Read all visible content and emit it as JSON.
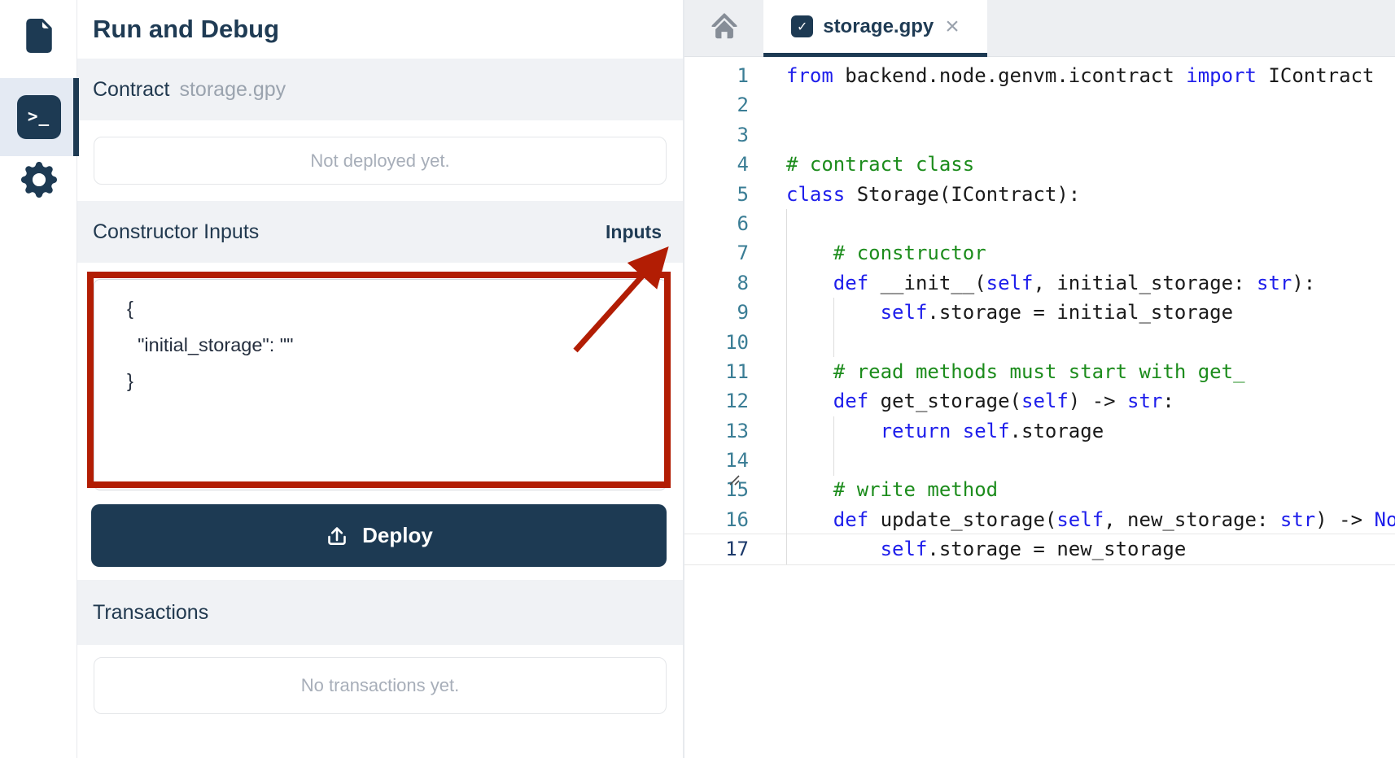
{
  "sidebar": {
    "items": [
      {
        "id": "files",
        "icon": "file-icon"
      },
      {
        "id": "terminal",
        "icon": "terminal-icon",
        "active": true,
        "glyph": ">_"
      },
      {
        "id": "settings",
        "icon": "gear-icon"
      }
    ]
  },
  "panel": {
    "title": "Run and Debug",
    "contract": {
      "label": "Contract",
      "filename": "storage.gpy"
    },
    "deploy_status_placeholder": "Not deployed yet.",
    "constructor": {
      "label": "Constructor Inputs",
      "badge": "Inputs",
      "json_value": "{\n  \"initial_storage\": \"\"\n}"
    },
    "deploy_button": {
      "label": "Deploy",
      "icon": "upload-icon"
    },
    "transactions": {
      "label": "Transactions",
      "placeholder": "No transactions yet."
    }
  },
  "editor": {
    "tab": {
      "label": "storage.gpy",
      "close_glyph": "×",
      "icon": "file-check-icon"
    },
    "home_icon": "home-icon",
    "lines": [
      {
        "n": 1,
        "tokens": [
          [
            "k",
            "from"
          ],
          [
            "t",
            " backend.node.genvm.icontract "
          ],
          [
            "k",
            "import"
          ],
          [
            "t",
            " IContract"
          ]
        ]
      },
      {
        "n": 2,
        "tokens": []
      },
      {
        "n": 3,
        "tokens": []
      },
      {
        "n": 4,
        "tokens": [
          [
            "c",
            "# contract class"
          ]
        ]
      },
      {
        "n": 5,
        "tokens": [
          [
            "k",
            "class"
          ],
          [
            "t",
            " Storage(IContract):"
          ]
        ]
      },
      {
        "n": 6,
        "tokens": []
      },
      {
        "n": 7,
        "tokens": [
          [
            "t",
            "    "
          ],
          [
            "c",
            "# constructor"
          ]
        ]
      },
      {
        "n": 8,
        "tokens": [
          [
            "t",
            "    "
          ],
          [
            "k",
            "def"
          ],
          [
            "t",
            " __init__("
          ],
          [
            "k",
            "self"
          ],
          [
            "t",
            ", initial_storage: "
          ],
          [
            "k",
            "str"
          ],
          [
            "t",
            "):"
          ]
        ]
      },
      {
        "n": 9,
        "tokens": [
          [
            "t",
            "        "
          ],
          [
            "k",
            "self"
          ],
          [
            "t",
            ".storage = initial_storage"
          ]
        ]
      },
      {
        "n": 10,
        "tokens": []
      },
      {
        "n": 11,
        "tokens": [
          [
            "t",
            "    "
          ],
          [
            "c",
            "# read methods must start with get_"
          ]
        ]
      },
      {
        "n": 12,
        "tokens": [
          [
            "t",
            "    "
          ],
          [
            "k",
            "def"
          ],
          [
            "t",
            " get_storage("
          ],
          [
            "k",
            "self"
          ],
          [
            "t",
            ") -> "
          ],
          [
            "k",
            "str"
          ],
          [
            "t",
            ":"
          ]
        ]
      },
      {
        "n": 13,
        "tokens": [
          [
            "t",
            "        "
          ],
          [
            "k",
            "return"
          ],
          [
            "t",
            " "
          ],
          [
            "k",
            "self"
          ],
          [
            "t",
            ".storage"
          ]
        ]
      },
      {
        "n": 14,
        "tokens": []
      },
      {
        "n": 15,
        "tokens": [
          [
            "t",
            "    "
          ],
          [
            "c",
            "# write method"
          ]
        ]
      },
      {
        "n": 16,
        "tokens": [
          [
            "t",
            "    "
          ],
          [
            "k",
            "def"
          ],
          [
            "t",
            " update_storage("
          ],
          [
            "k",
            "self"
          ],
          [
            "t",
            ", new_storage: "
          ],
          [
            "k",
            "str"
          ],
          [
            "t",
            ") -> "
          ],
          [
            "k",
            "None"
          ],
          [
            "t",
            ":"
          ]
        ]
      },
      {
        "n": 17,
        "active": true,
        "tokens": [
          [
            "t",
            "        "
          ],
          [
            "k",
            "self"
          ],
          [
            "t",
            ".storage = new_storage"
          ]
        ]
      }
    ]
  },
  "annotations": {
    "highlight_box": "red rectangle around constructor inputs textarea",
    "arrow": "red arrow pointing to Inputs badge",
    "color": "#b21d04"
  },
  "colors": {
    "accent_navy": "#1d3a53",
    "section_band_gray": "#f0f2f5",
    "muted_text": "#9aa3ae",
    "keyword_blue": "#1e1eeb",
    "comment_green": "#1c8c1c",
    "line_number_teal": "#3a7d95",
    "annotation_red": "#b21d04"
  }
}
